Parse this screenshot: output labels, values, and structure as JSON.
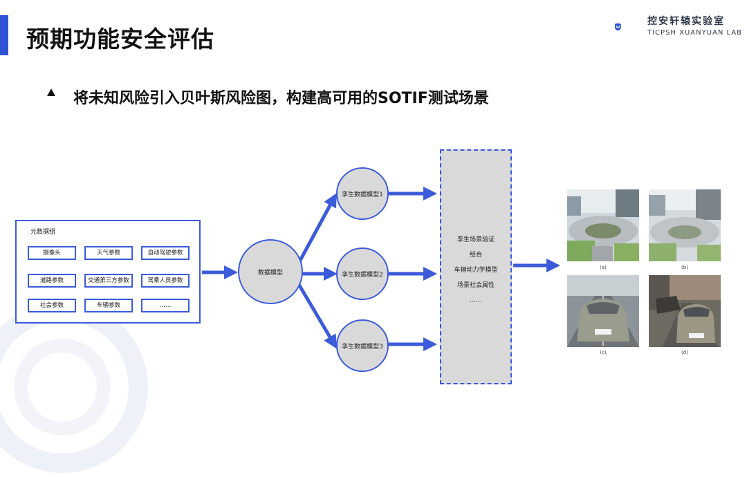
{
  "header": {
    "title": "预期功能安全评估",
    "logo_cn": "控安轩辕实验室",
    "logo_en": "TICPSH XUANYUAN LAB"
  },
  "subtitle": "将未知风险引入贝叶斯风险图，构建高可用的SOTIF测试场景",
  "diagram": {
    "meta_group_title": "元数据组",
    "params": [
      "摄像头",
      "天气参数",
      "自动驾驶参数",
      "道路参数",
      "交通第三方参数",
      "驾乘人员参数",
      "社会参数",
      "车辆参数",
      "……"
    ],
    "data_model": "数据模型",
    "twin_models": [
      "孪生数据模型1",
      "孪生数据模型2",
      "孪生数据模型3"
    ],
    "validation_lines": [
      "孪生场景验证",
      "结合",
      "车辆动力学模型",
      "场景社会属性",
      "……"
    ],
    "scene_captions": [
      "(a)",
      "(b)",
      "(c)",
      "(d)"
    ]
  },
  "colors": {
    "accent": "#2c52d6",
    "arrow": "#3b5bd9",
    "node_fill": "#d9d9d9"
  }
}
